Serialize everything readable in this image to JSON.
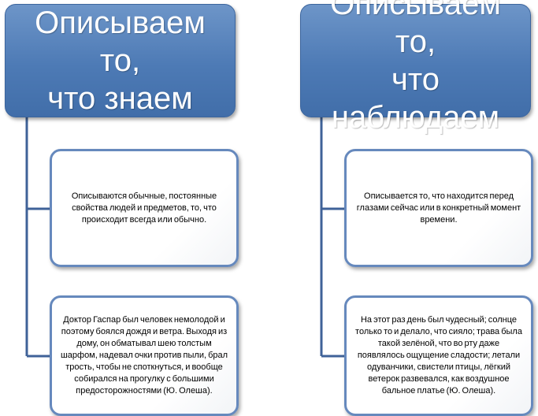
{
  "columns": [
    {
      "title": "Описываем то,\nчто знаем",
      "cards": [
        "Описываются обычные, постоянные свойства людей и предметов, то, что происходит всегда или обычно.",
        "Доктор Гаспар был человек немолодой и поэтому боялся дождя и ветра. Выходя из дому, он обматывал шею толстым шарфом, надевал очки против пыли, брал трость, чтобы не споткнуться, и вообще собирался на прогулку с большими предосторожностями (Ю. Олеша)."
      ]
    },
    {
      "title": "Описываем то,\nчто наблюдаем",
      "cards": [
        "Описывается то, что находится перед глазами сейчас или в конкретный момент времени.",
        "На этот раз день был чудесный; солнце только то и делало, что сияло; трава была такой зелёной, что во рту даже появлялось ощущение сладости; летали одуванчики, свистели птицы, лёгкий ветерок развевался, как воздушное бальное платье (Ю. Олеша)."
      ]
    }
  ],
  "colors": {
    "header_fill": "#4f7cb8",
    "connector": "#3f6298",
    "card_border": "#6689bd"
  }
}
